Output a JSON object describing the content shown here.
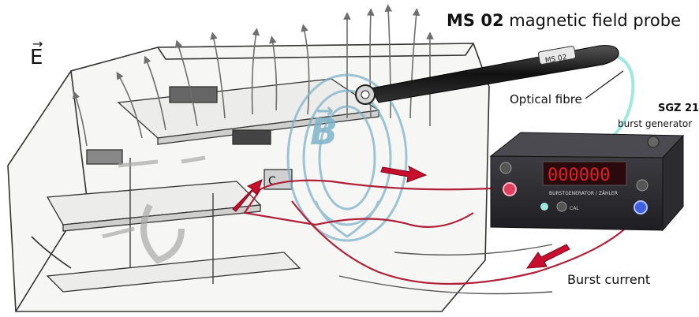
{
  "labels": {
    "probe_model": "MS 02",
    "probe_desc": "magnetic field probe",
    "optical_fibre": "Optical fibre",
    "generator_model": "SGZ 21",
    "generator_desc": "burst generator",
    "burst_current": "Burst current",
    "e_field": "E",
    "b_field": "B",
    "vector_arrow": "→",
    "probe_tag": "MS 02",
    "display_digits": "000000",
    "generator_panel": "BURSTGENERATOR / ZÄHLER",
    "cal_label": "CAL"
  },
  "colors": {
    "burst_red": "#c8102e",
    "field_cyan": "#7fb3c9",
    "fibre_cyan": "#9ee8e0",
    "device_dark": "#2a2a2e",
    "led_red": "#e0202a",
    "sketch_line": "#333333",
    "field_arrow_gray": "#6e6e6e"
  }
}
